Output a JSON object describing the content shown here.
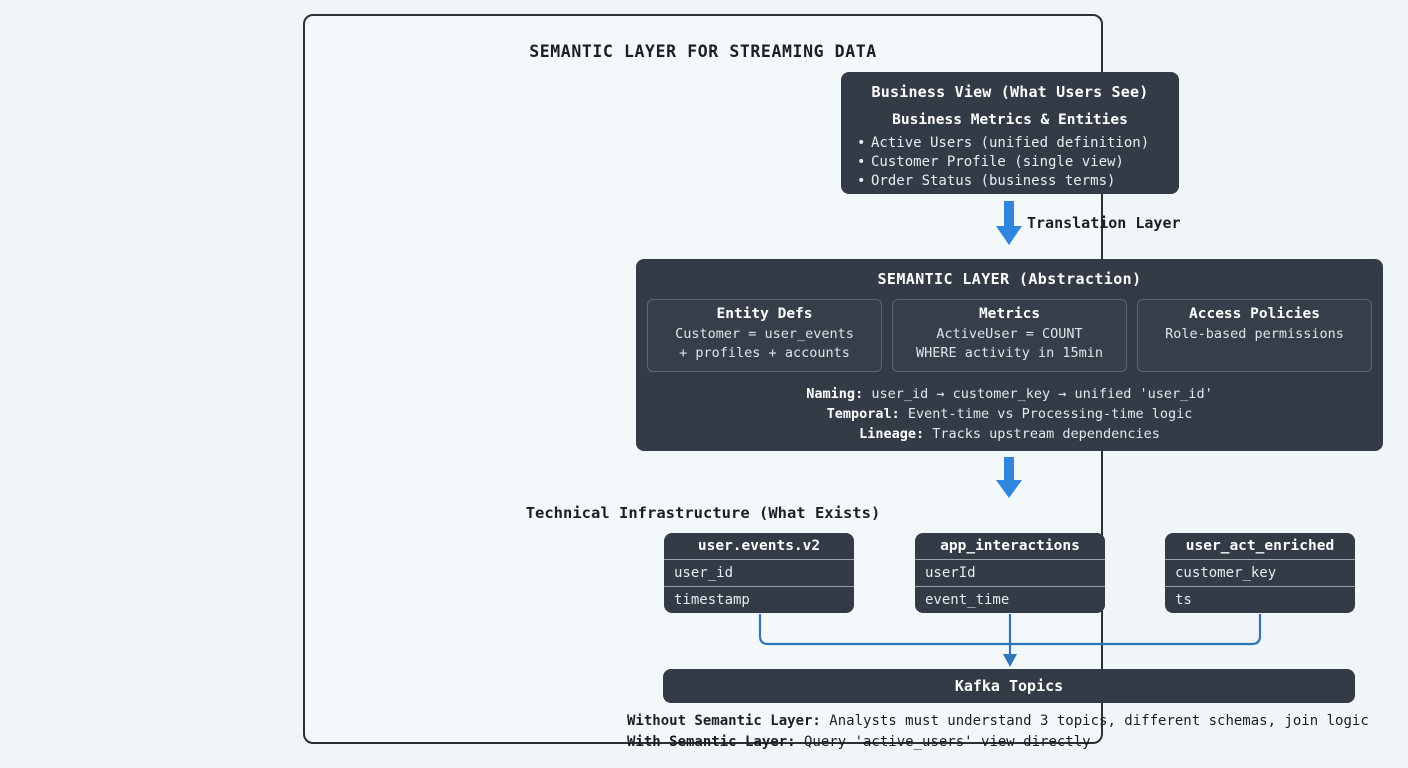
{
  "diagram": {
    "title": "SEMANTIC LAYER FOR STREAMING DATA",
    "colors": {
      "background": "#eff5f9",
      "panel": "#333b46",
      "arrow_blue": "#2e86de",
      "connector_blue": "#2e76b8",
      "frame_border": "#2b3036"
    },
    "business_view": {
      "title": "Business View (What Users See)",
      "subtitle": "Business Metrics & Entities",
      "items": [
        "Active Users (unified definition)",
        "Customer Profile (single view)",
        "Order Status (business terms)"
      ]
    },
    "arrow_1_label": "Translation Layer",
    "semantic_layer": {
      "title": "SEMANTIC LAYER (Abstraction)",
      "cards": [
        {
          "title": "Entity Defs",
          "lines": [
            "Customer = user_events",
            "+ profiles + accounts"
          ]
        },
        {
          "title": "Metrics",
          "lines": [
            "ActiveUser = COUNT",
            "WHERE activity in 15min"
          ]
        },
        {
          "title": "Access Policies",
          "lines": [
            "Role-based permissions"
          ]
        }
      ],
      "notes": [
        {
          "key": "Naming:",
          "value": " user_id → customer_key → unified 'user_id'"
        },
        {
          "key": "Temporal:",
          "value": " Event-time vs Processing-time logic"
        },
        {
          "key": "Lineage:",
          "value": " Tracks upstream dependencies"
        }
      ]
    },
    "tech_title": "Technical Infrastructure (What Exists)",
    "topics": [
      {
        "name": "user.events.v2",
        "fields": [
          "user_id",
          "timestamp"
        ]
      },
      {
        "name": "app_interactions",
        "fields": [
          "userId",
          "event_time"
        ]
      },
      {
        "name": "user_act_enriched",
        "fields": [
          "customer_key",
          "ts"
        ]
      }
    ],
    "kafka_label": "Kafka Topics",
    "footer": [
      {
        "key": "Without Semantic Layer:",
        "value": " Analysts must understand 3 topics, different schemas, join logic"
      },
      {
        "key": "With Semantic Layer:",
        "value": " Query 'active_users' view directly"
      }
    ]
  }
}
